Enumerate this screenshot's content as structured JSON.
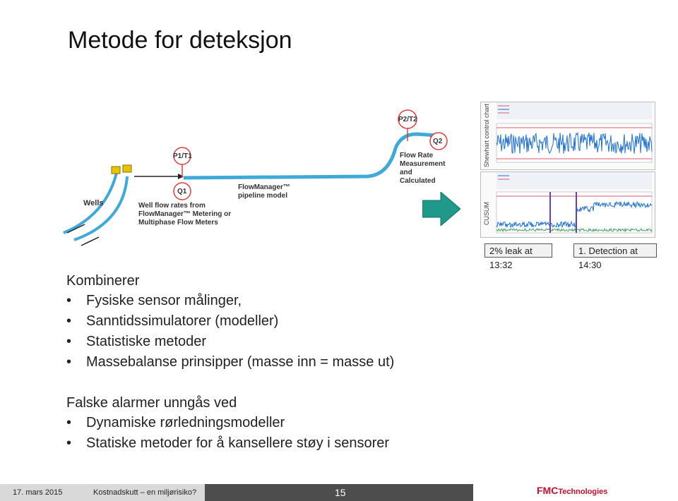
{
  "slide": {
    "title": "Metode for deteksjon"
  },
  "diagram": {
    "wells_label": "Wells",
    "p1t1_label": "P1/T1",
    "q1_label": "Q1",
    "p2t2_label": "P2/T2",
    "q2_label": "Q2",
    "flowmanager_line1": "FlowManager™",
    "flowmanager_line2": "pipeline model",
    "well_flow_line1": "Well flow rates from",
    "well_flow_line2": "FlowManager™ Metering or",
    "well_flow_line3": "Multiphase Flow Meters",
    "flow_rate_line1": "Flow Rate",
    "flow_rate_line2": "Measurement",
    "flow_rate_line3": "and",
    "flow_rate_line4": "Calculated",
    "colors": {
      "pipe": "#3fa9d8",
      "marker": "#e04040",
      "arrow": "#1f9a8a"
    }
  },
  "charts": {
    "top_label": "Shewhart control chart",
    "bottom_label": "CUSUM",
    "leak_callout": "2% leak at 13:32",
    "detection_callout": "1. Detection at 14:30",
    "colors": {
      "signal": "#1e6fd9",
      "limit": "#e05570",
      "marker": "#6a3fb5"
    }
  },
  "content": {
    "section1_heading": "Kombinerer",
    "section1_items": [
      "Fysiske sensor målinger,",
      "Sanntidssimulatorer (modeller)",
      "Statistiske metoder",
      "Massebalanse prinsipper (masse inn = masse ut)"
    ],
    "section2_heading": "Falske alarmer unngås ved",
    "section2_items": [
      "Dynamiske rørledningsmodeller",
      "Statiske metoder for å kansellere støy i sensorer"
    ],
    "bullet_char": "•"
  },
  "footer": {
    "date": "17. mars 2015",
    "topic": "Kostnadskutt – en miljørisiko?",
    "page": "15",
    "logo_main": "FMC",
    "logo_sub": "Technologies"
  }
}
